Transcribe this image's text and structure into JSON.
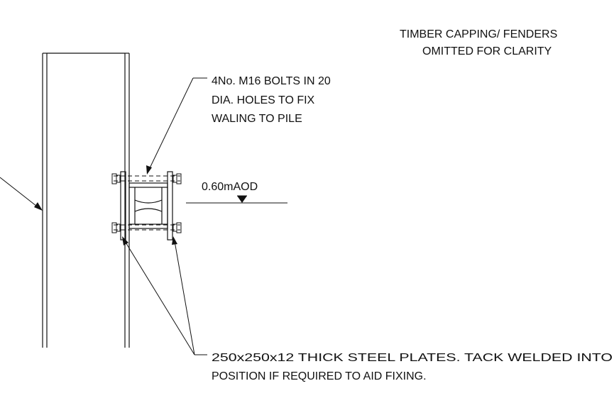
{
  "notes": {
    "capping_line1": "TIMBER CAPPING/ FENDERS",
    "capping_line2": "OMITTED FOR CLARITY",
    "bolts_line1": "4No. M16 BOLTS IN 20",
    "bolts_line2": "DIA. HOLES TO FIX",
    "bolts_line3": "WALING TO PILE",
    "level": "0.60mAOD",
    "plates_line1": "250x250x12 THICK STEEL PLATES. TACK WELDED INTO",
    "plates_line2": "POSITION IF REQUIRED TO AID FIXING."
  },
  "colors": {
    "ink": "#111111",
    "paper": "#ffffff"
  }
}
